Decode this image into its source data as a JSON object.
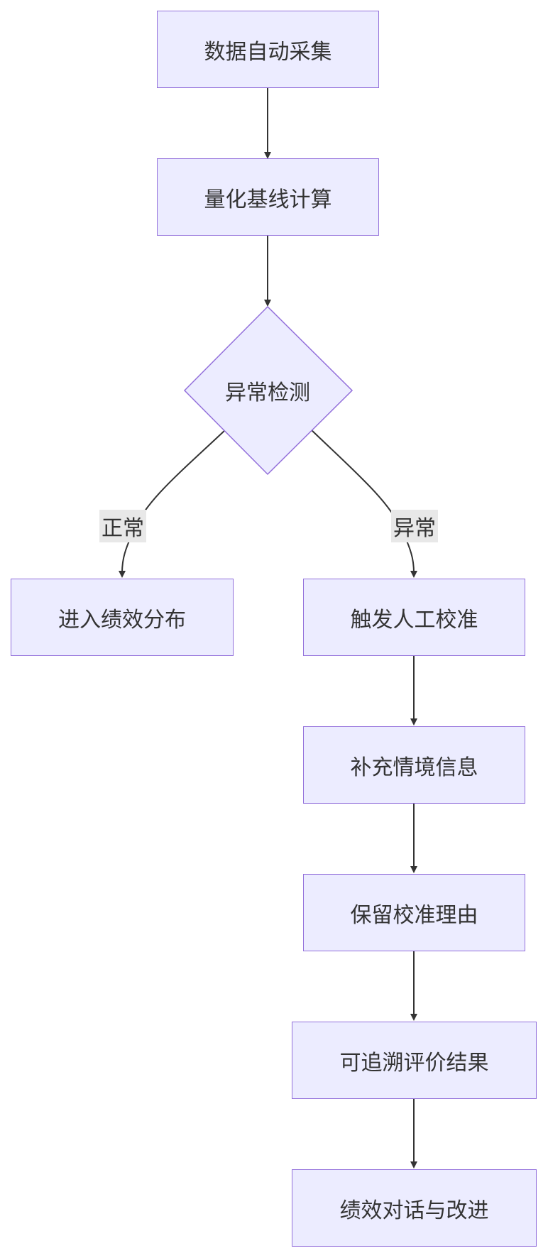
{
  "diagram": {
    "nodes": {
      "collect": "数据自动采集",
      "baseline": "量化基线计算",
      "detect": "异常检测",
      "distribution": "进入绩效分布",
      "calibrate": "触发人工校准",
      "context": "补充情境信息",
      "reason": "保留校准理由",
      "traceable": "可追溯评价结果",
      "dialogue": "绩效对话与改进"
    },
    "edge_labels": {
      "normal": "正常",
      "abnormal": "异常"
    },
    "colors": {
      "node_fill": "#ececff",
      "node_border": "#9370db",
      "edge": "#333333",
      "text": "#333333",
      "label_bg": "#e8e8e8"
    }
  }
}
